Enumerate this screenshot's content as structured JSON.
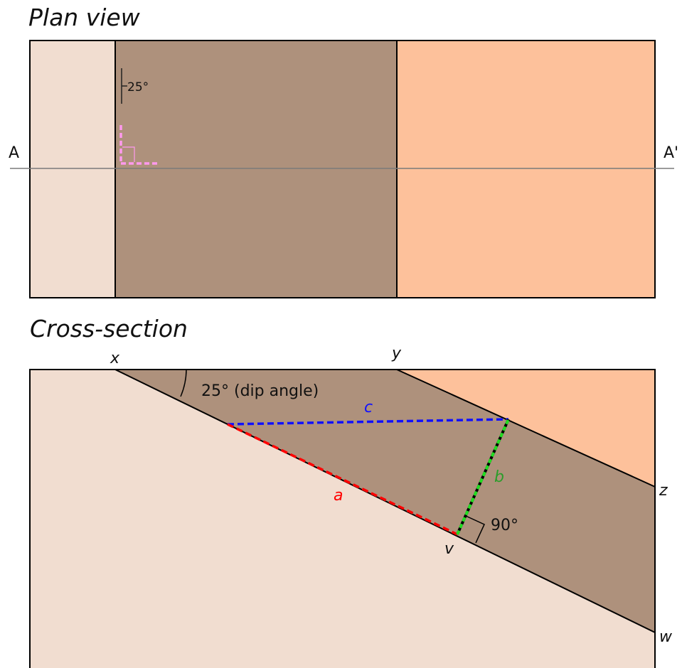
{
  "plan": {
    "title": "Plan view",
    "label_a": "A",
    "label_a_prime": "A'",
    "strike_dip": "25°"
  },
  "section": {
    "title": "Cross-section",
    "point_x": "x",
    "point_y": "y",
    "point_z": "z",
    "point_w": "w",
    "point_v": "v",
    "dip_angle_label": "25° (dip angle)",
    "right_angle_label": "90°",
    "side_a": "a",
    "side_b": "b",
    "side_c": "c"
  },
  "colors": {
    "light_unit": "#f1ddd0",
    "middle_unit": "#ae917c",
    "right_unit": "#fdc19b",
    "side_a": "#ff0000",
    "side_b": "#22dd22",
    "side_c": "#1010ff",
    "thickness_marker": "#ff99ee"
  }
}
